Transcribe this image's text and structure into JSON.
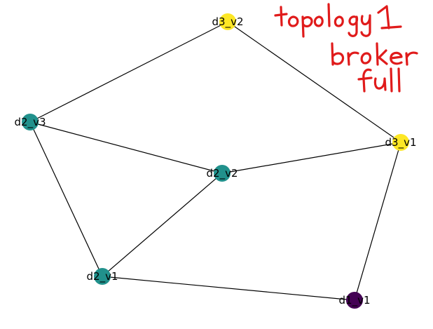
{
  "graph": {
    "nodes": [
      {
        "id": "d3_v2",
        "label": "d3_v2",
        "color": "#fde725"
      },
      {
        "id": "d2_v3",
        "label": "d2_v3",
        "color": "#21918c"
      },
      {
        "id": "d3_v1",
        "label": "d3_v1",
        "color": "#fde725"
      },
      {
        "id": "d2_v2",
        "label": "d2_v2",
        "color": "#21918c"
      },
      {
        "id": "d2_v1",
        "label": "d2_v1",
        "color": "#21918c"
      },
      {
        "id": "d1_v1",
        "label": "d1_v1",
        "color": "#440154"
      }
    ],
    "edges": [
      [
        "d3_v2",
        "d2_v3"
      ],
      [
        "d3_v2",
        "d3_v1"
      ],
      [
        "d2_v3",
        "d2_v2"
      ],
      [
        "d2_v3",
        "d2_v1"
      ],
      [
        "d3_v1",
        "d2_v2"
      ],
      [
        "d3_v1",
        "d1_v1"
      ],
      [
        "d2_v2",
        "d2_v1"
      ],
      [
        "d2_v1",
        "d1_v1"
      ]
    ]
  },
  "annotation": {
    "line1": "topology 1",
    "line2": "broker",
    "line3": "full",
    "color": "#e01b1b"
  }
}
